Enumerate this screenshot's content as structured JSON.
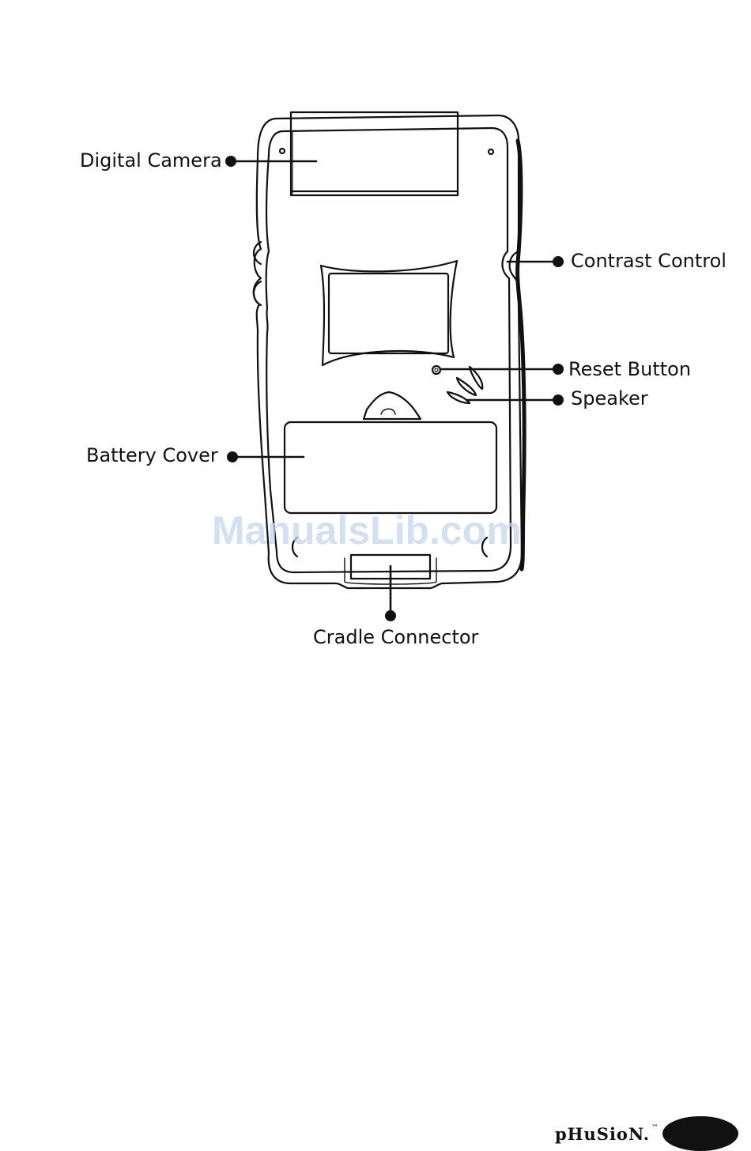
{
  "labels": {
    "digital_camera": "Digital Camera",
    "contrast_control": "Contrast Control",
    "reset_button": "Reset Button",
    "speaker": "Speaker",
    "battery_cover": "Battery Cover",
    "cradle_connector": "Cradle Connector"
  },
  "watermark": "ManualsLib.com",
  "footer": {
    "brand": "pHuSioN.",
    "trademark": "™"
  },
  "colors": {
    "line": "#111111",
    "watermark": "#c3d8ee",
    "background": "#ffffff"
  }
}
